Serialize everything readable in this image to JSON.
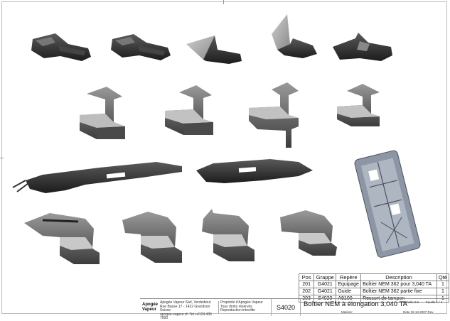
{
  "bom": {
    "headers": {
      "pos": "Pos",
      "group": "Grappe",
      "ref": "Repère",
      "desc": "Description",
      "qty": "Qté"
    },
    "rows": [
      {
        "pos": "201",
        "group": "G4021",
        "ref": "Equipage",
        "desc": "Boîtier NEM 362 pour 3,040 TA",
        "qty": "1"
      },
      {
        "pos": "202",
        "group": "G4021",
        "ref": "Guide",
        "desc": "Boîtier NEM 362 partie fixe",
        "qty": "1"
      },
      {
        "pos": "203",
        "group": "S4020",
        "ref": "A9100",
        "desc": "Ressort de tampon",
        "qty": "1"
      }
    ]
  },
  "title_block": {
    "logo_line1": "Apogée",
    "logo_line2": "Vapeur",
    "address_1": "Apogée Vapeur Sàrl, Verdeibout",
    "address_2": "Rue Basse 17 - 1422 Grandson Suisse",
    "address_3": "apogee-vapeur.ch Tel +4124 436 7000",
    "rights_1": "Propriété d'Apogée Vapeur",
    "rights_2": "Tous droits réservés",
    "rights_3": "Reproduction interdite",
    "drawing_number": "S4020",
    "title": "Boîtier NEM à élongation 3,040 TA",
    "material_label": "Matière:",
    "scale": "Echelle 3:1",
    "sheet": "Feuille 1 / 1",
    "date": "Date 28.12.2007 Rev"
  }
}
